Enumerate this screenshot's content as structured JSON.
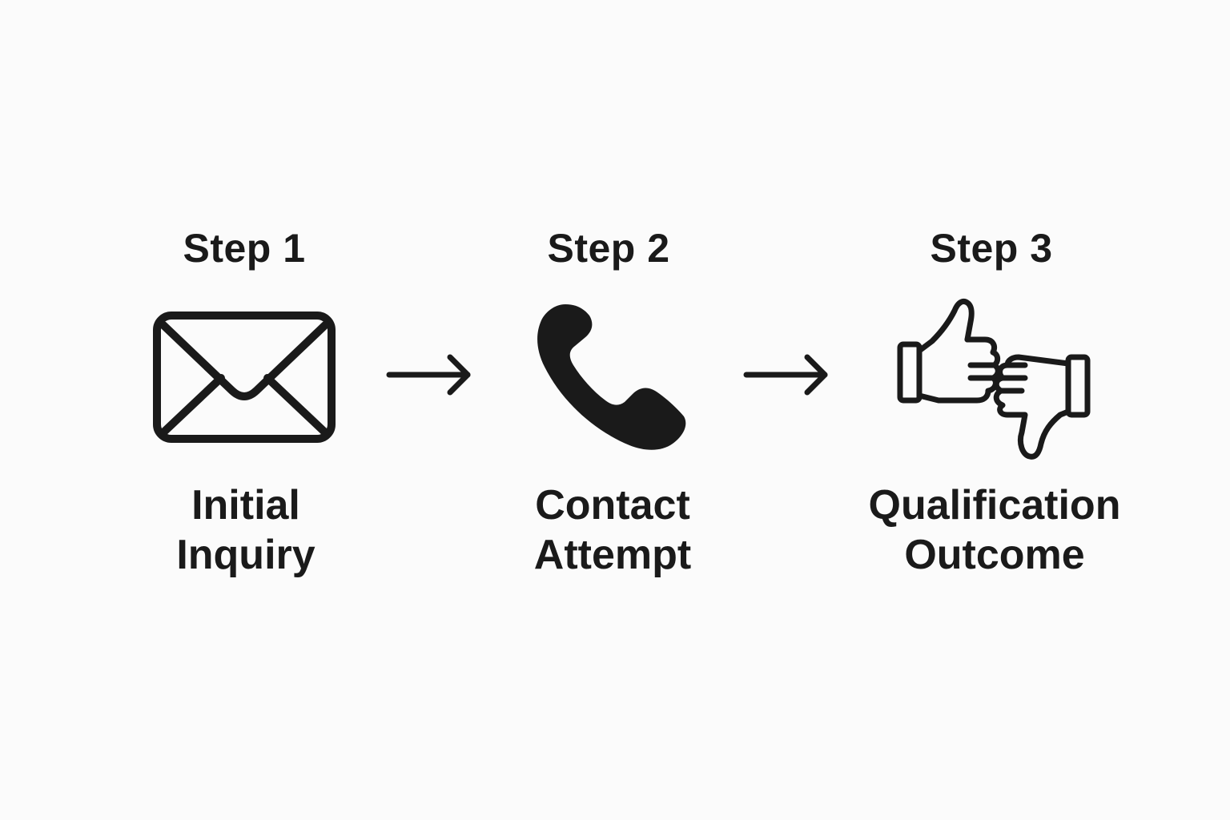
{
  "steps": [
    {
      "heading": "Step 1",
      "label_line1": "Initial",
      "label_line2": "Inquiry",
      "icon": "envelope-icon"
    },
    {
      "heading": "Step 2",
      "label_line1": "Contact",
      "label_line2": "Attempt",
      "icon": "phone-icon"
    },
    {
      "heading": "Step 3",
      "label_line1": "Qualification",
      "label_line2": "Outcome",
      "icon": "thumbs-up-down-icon"
    }
  ],
  "colors": {
    "ink": "#1a1a1a",
    "background": "#fbfbfb"
  }
}
